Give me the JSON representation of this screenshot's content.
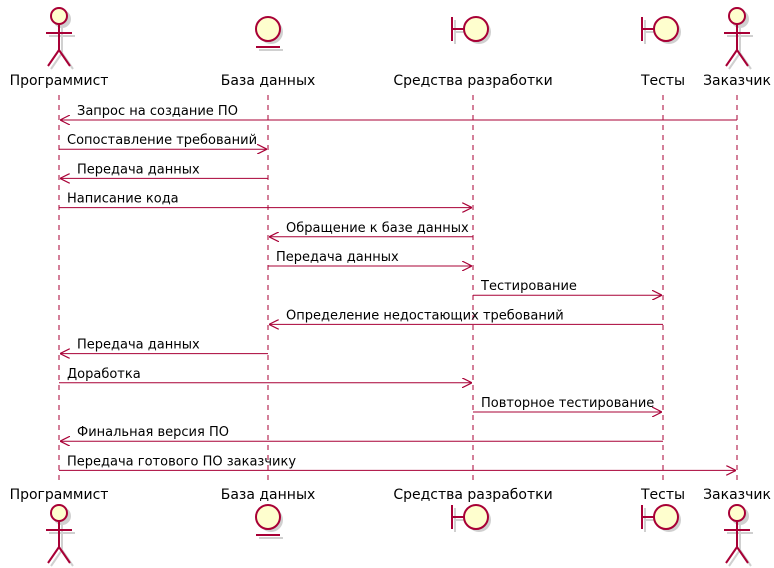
{
  "colors": {
    "lifeline": "#a80036",
    "arrow": "#a80036",
    "fill": "#fefece",
    "shadow": "#d0d0d0",
    "text": "#000000"
  },
  "participants": [
    {
      "id": "prog",
      "kind": "actor",
      "name": "Программист"
    },
    {
      "id": "db",
      "kind": "entity",
      "name": "База данных"
    },
    {
      "id": "dev",
      "kind": "boundary",
      "name": "Средства разработки"
    },
    {
      "id": "tests",
      "kind": "boundary",
      "name": "Тесты"
    },
    {
      "id": "cust",
      "kind": "actor",
      "name": "Заказчик"
    }
  ],
  "messages": [
    {
      "from": "cust",
      "to": "prog",
      "label": "Запрос на создание ПО"
    },
    {
      "from": "prog",
      "to": "db",
      "label": "Сопоставление требований"
    },
    {
      "from": "db",
      "to": "prog",
      "label": "Передача данных"
    },
    {
      "from": "prog",
      "to": "dev",
      "label": "Написание кода"
    },
    {
      "from": "dev",
      "to": "db",
      "label": "Обращение к базе данных"
    },
    {
      "from": "db",
      "to": "dev",
      "label": "Передача данных"
    },
    {
      "from": "dev",
      "to": "tests",
      "label": "Тестирование"
    },
    {
      "from": "tests",
      "to": "db",
      "label": "Определение недостающих требований"
    },
    {
      "from": "db",
      "to": "prog",
      "label": "Передача данных"
    },
    {
      "from": "prog",
      "to": "dev",
      "label": "Доработка"
    },
    {
      "from": "dev",
      "to": "tests",
      "label": "Повторное тестирование"
    },
    {
      "from": "tests",
      "to": "prog",
      "label": "Финальная версия ПО"
    },
    {
      "from": "prog",
      "to": "cust",
      "label": "Передача готового ПО заказчику"
    }
  ]
}
